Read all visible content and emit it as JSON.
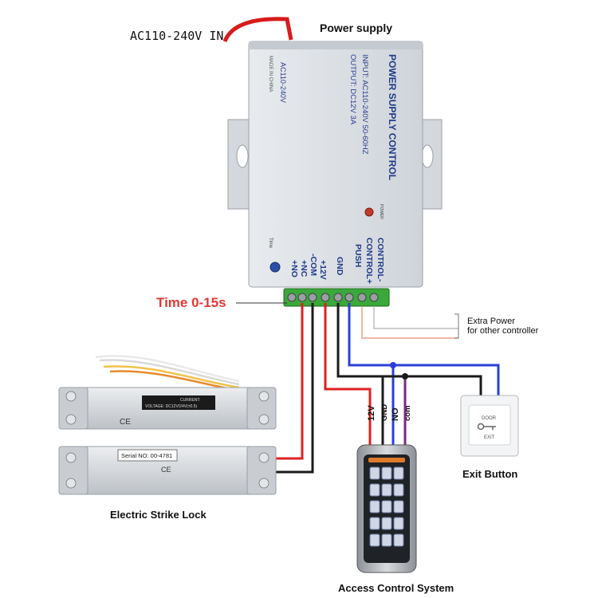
{
  "labels": {
    "ac_input": "AC110-240V  IN",
    "power_supply": "Power supply",
    "time_range": "Time 0-15s",
    "extra_power_line1": "Extra Power",
    "extra_power_line2": "for other controller",
    "exit_button": "Exit Button",
    "electric_strike_lock": "Electric Strike Lock",
    "access_control_system": "Access Control System"
  },
  "psu": {
    "title": "POWER SUPPLY CONTROL",
    "input": "INPUT: AC110-240V 50-60HZ",
    "output": "OUTPUT: DC12V  3A",
    "model": "AC110-240V",
    "made_in": "MADE IN CHINA",
    "power_led_label": "POWER",
    "time_label": "Time",
    "terminals": [
      "+NO",
      "+NC",
      "-COM",
      "+12V",
      "GND",
      "PUSH",
      "CONTROL+",
      "CONTROL-"
    ]
  },
  "wire_labels": [
    "12V",
    "GND",
    "NO",
    "com"
  ],
  "exit_plate": {
    "top": "DOOR",
    "bottom": "EXIT"
  },
  "lock": {
    "current": "CURRENT:",
    "voltage": "VOLTAGE: DC12V/24V(±0.5)",
    "serial": "Serial NO: 00-4781"
  },
  "colors": {
    "red_wire": "#e02020",
    "black_wire": "#1a1a1a",
    "blue_wire": "#2b3fd6",
    "purple_wire": "#7a2a86",
    "time_label": "#e53935",
    "psu_body": "#dfe3e8",
    "terminal_green": "#3aa83a"
  }
}
